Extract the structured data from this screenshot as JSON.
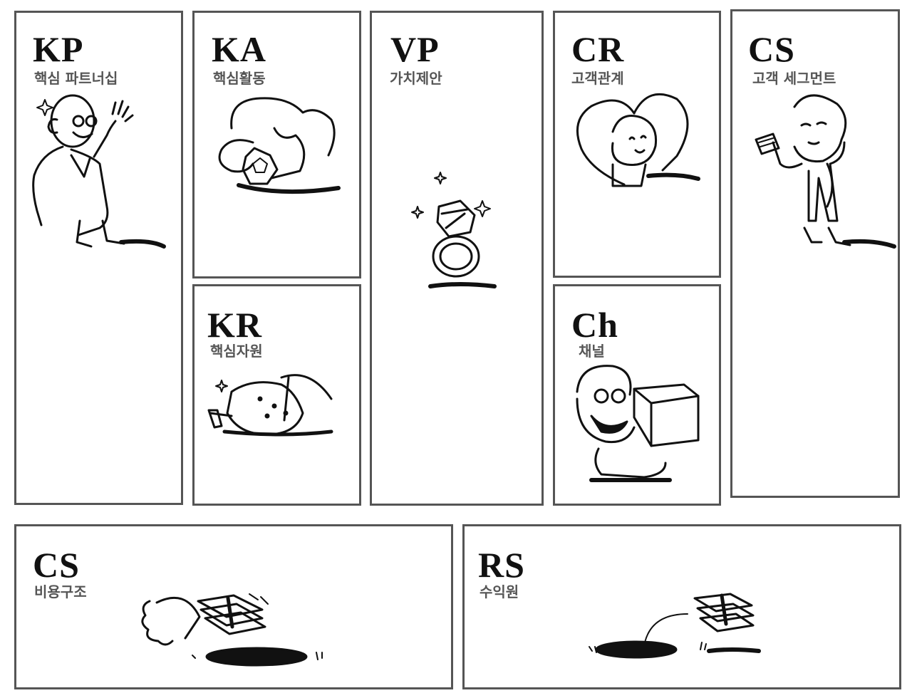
{
  "blocks": {
    "kp": {
      "code": "KP",
      "label": "핵심 파트너십",
      "icon": "waving-man-icon"
    },
    "ka": {
      "code": "KA",
      "label": "핵심활동",
      "icon": "worker-crafting-icon"
    },
    "kr": {
      "code": "KR",
      "label": "핵심자원",
      "icon": "ore-pickaxe-icon"
    },
    "vp": {
      "code": "VP",
      "label": "가치제안",
      "icon": "diamond-ring-icon"
    },
    "cr": {
      "code": "CR",
      "label": "고객관계",
      "icon": "heart-hug-icon"
    },
    "ch": {
      "code": "Ch",
      "label": "채널",
      "icon": "delivery-box-icon"
    },
    "cs": {
      "code": "CS",
      "label": "고객 세그먼트",
      "icon": "customer-money-icon"
    },
    "cost": {
      "code": "CS",
      "label": "비용구조",
      "icon": "money-into-hole-icon"
    },
    "rs": {
      "code": "RS",
      "label": "수익원",
      "icon": "money-out-of-hole-icon"
    }
  },
  "colors": {
    "border": "#555555",
    "ink": "#111111",
    "label": "#555555"
  }
}
